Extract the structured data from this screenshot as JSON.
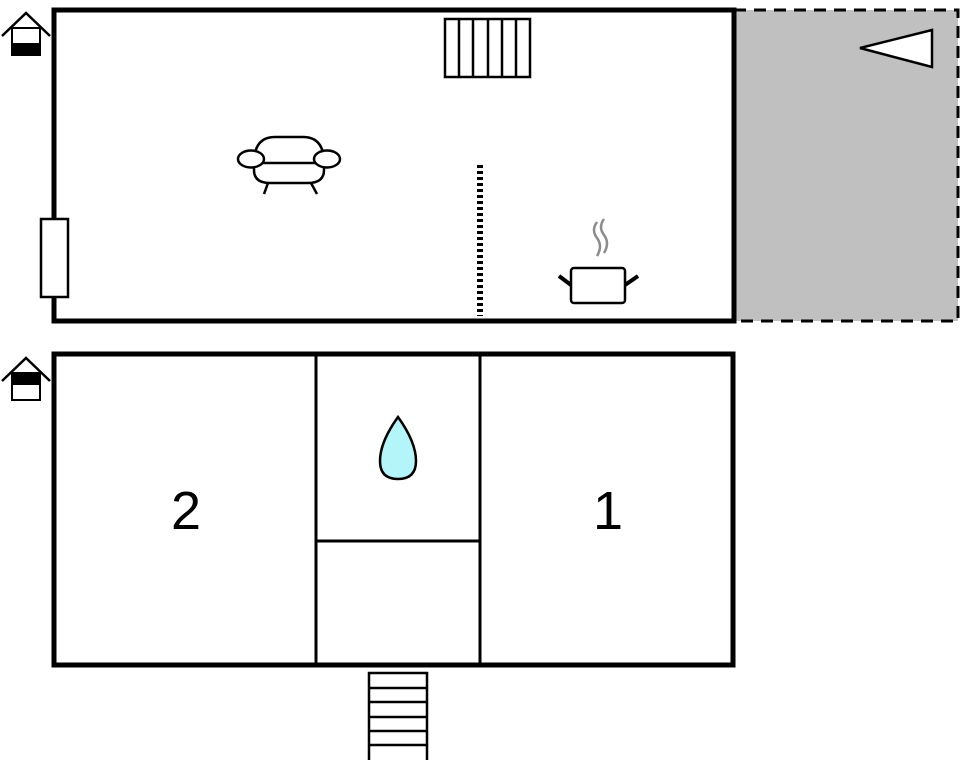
{
  "floors": [
    {
      "id": "upper-floor",
      "level_icon": "floor-level-upper-icon",
      "rooms": [
        {
          "name": "living-kitchen",
          "furniture": [
            "sofa-icon",
            "radiator-icon",
            "kitchen-pot-icon",
            "room-divider"
          ]
        }
      ],
      "features": [
        "window",
        "terrace"
      ]
    },
    {
      "id": "ground-floor",
      "level_icon": "floor-level-ground-icon",
      "rooms": [
        {
          "name": "bedroom-2",
          "label": "2"
        },
        {
          "name": "bathroom",
          "icon": "water-drop-icon"
        },
        {
          "name": "hallway"
        },
        {
          "name": "bedroom-1",
          "label": "1"
        }
      ],
      "features": [
        "entrance-stairs"
      ]
    }
  ],
  "colors": {
    "wall": "#000000",
    "terrace": "#c0c0c1",
    "water": "#b3f5f9",
    "steam": "#8c8c8c",
    "background": "#ffffff"
  }
}
